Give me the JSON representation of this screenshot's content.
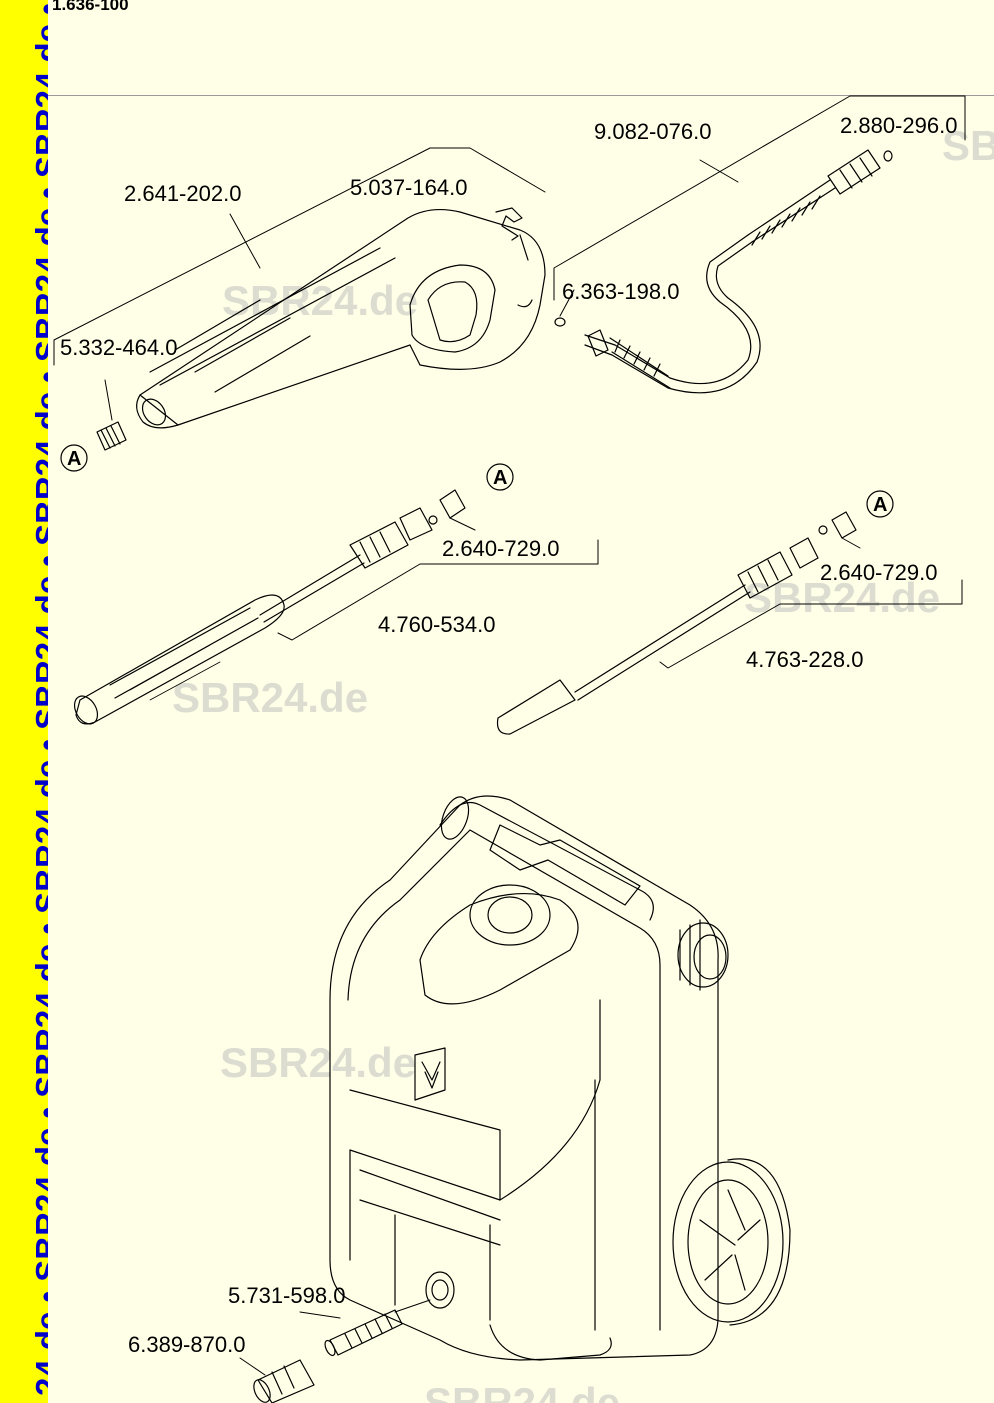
{
  "document": {
    "id": "1.636-100"
  },
  "side_banner": {
    "text": "24.de • SBR24.de • SBR24.de • SBR24.de • SBR24.de • SBR24.de • SBR24.de • SBR24.de • SBR"
  },
  "watermark": "SBR24.de",
  "parts": {
    "hose_9082": "9.082-076.0",
    "oring_2880": "2.880-296.0",
    "gun_2641": "2.641-202.0",
    "clip_5037": "5.037-164.0",
    "oring_6363": "6.363-198.0",
    "adapter_5332": "5.332-464.0",
    "nozzle_2640_a": "2.640-729.0",
    "lance_4760": "4.760-534.0",
    "nozzle_2640_b": "2.640-729.0",
    "lance_4763": "4.763-228.0",
    "filter_5731": "5.731-598.0",
    "coupling_6389": "6.389-870.0"
  },
  "connection_marker": "A"
}
